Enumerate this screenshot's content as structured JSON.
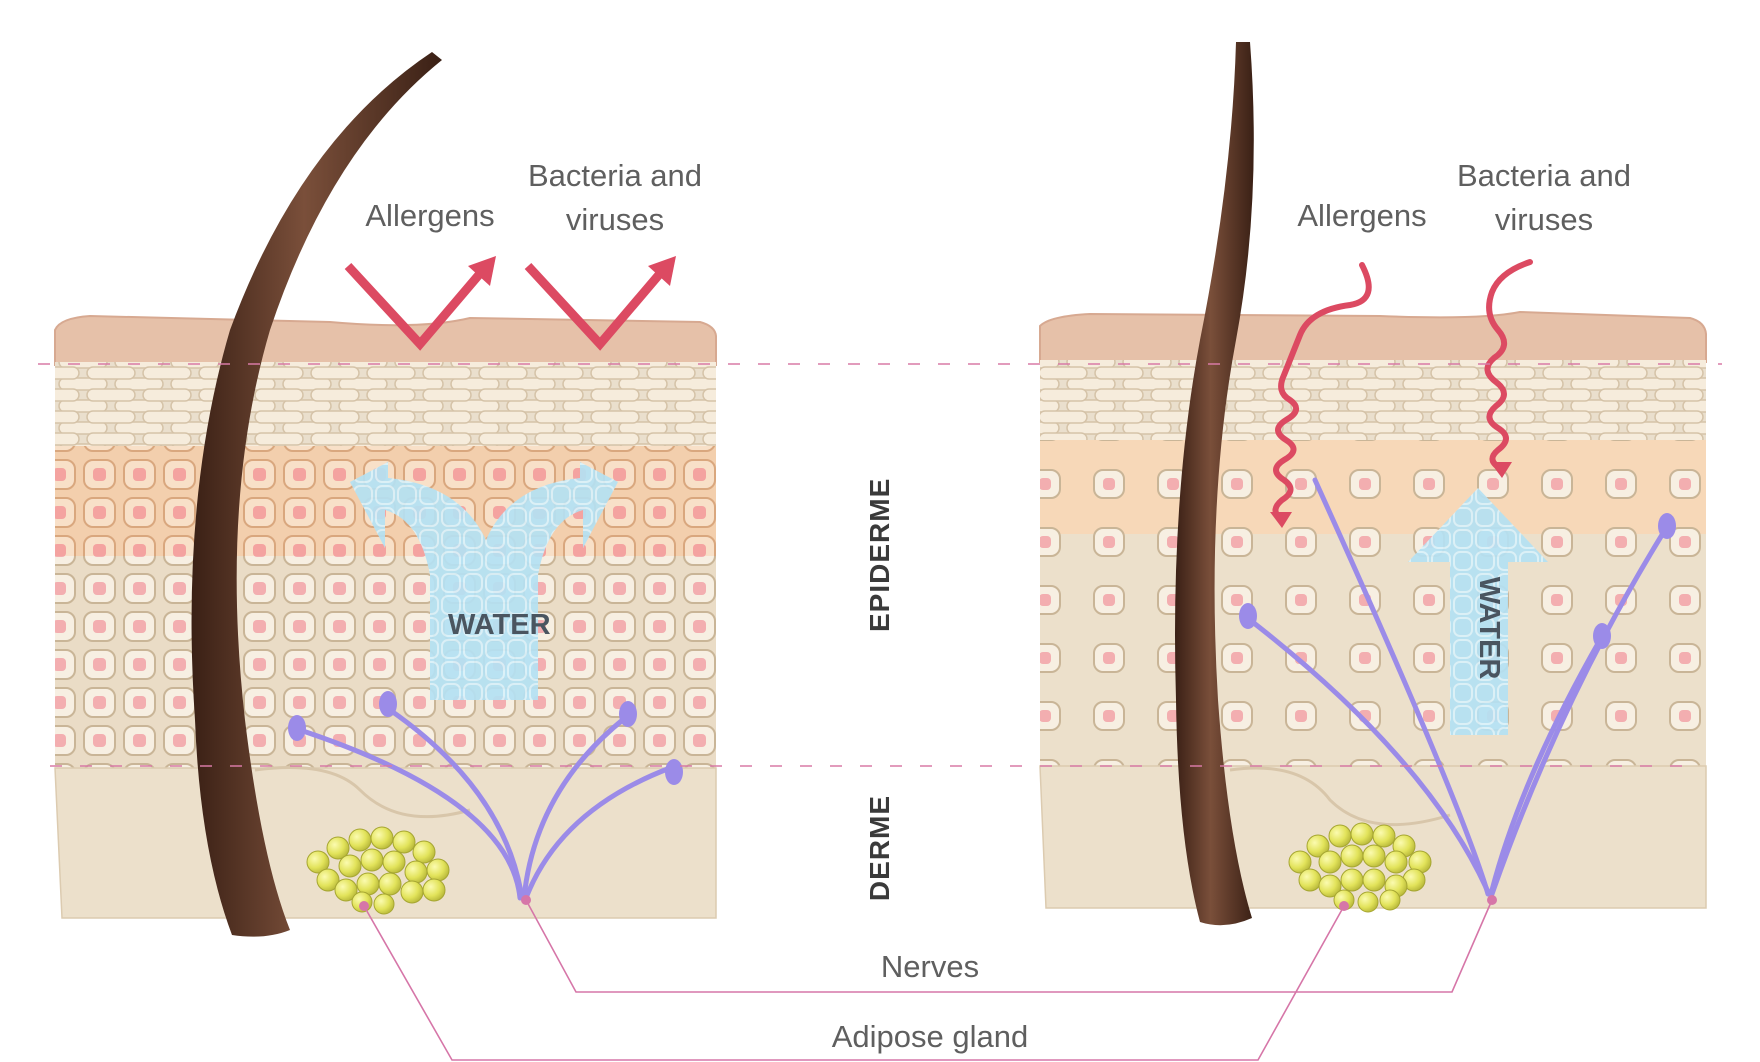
{
  "colors": {
    "boundary_line": "#d87aa6",
    "callout_line": "#d676a8",
    "arrow_red": "#dc4a62",
    "water_arrow": "#a9dcf0",
    "nerve": "#9b8be8",
    "adipose": "#e5e65a",
    "hair": "#4e2c1e",
    "skin_surface": "#e8c4ad",
    "epiderm_band": "#f7d8b8",
    "skin_base": "#efe0c9"
  },
  "layers": {
    "epiderme": "EPIDERME",
    "derme": "DERME"
  },
  "left_panel": {
    "allergens": "Allergens",
    "bacteria_line1": "Bacteria and",
    "bacteria_line2": "viruses",
    "water": "WATER"
  },
  "right_panel": {
    "allergens": "Allergens",
    "bacteria_line1": "Bacteria and",
    "bacteria_line2": "viruses",
    "water": "WATER"
  },
  "callouts": {
    "nerves": "Nerves",
    "adipose_gland": "Adipose gland"
  }
}
